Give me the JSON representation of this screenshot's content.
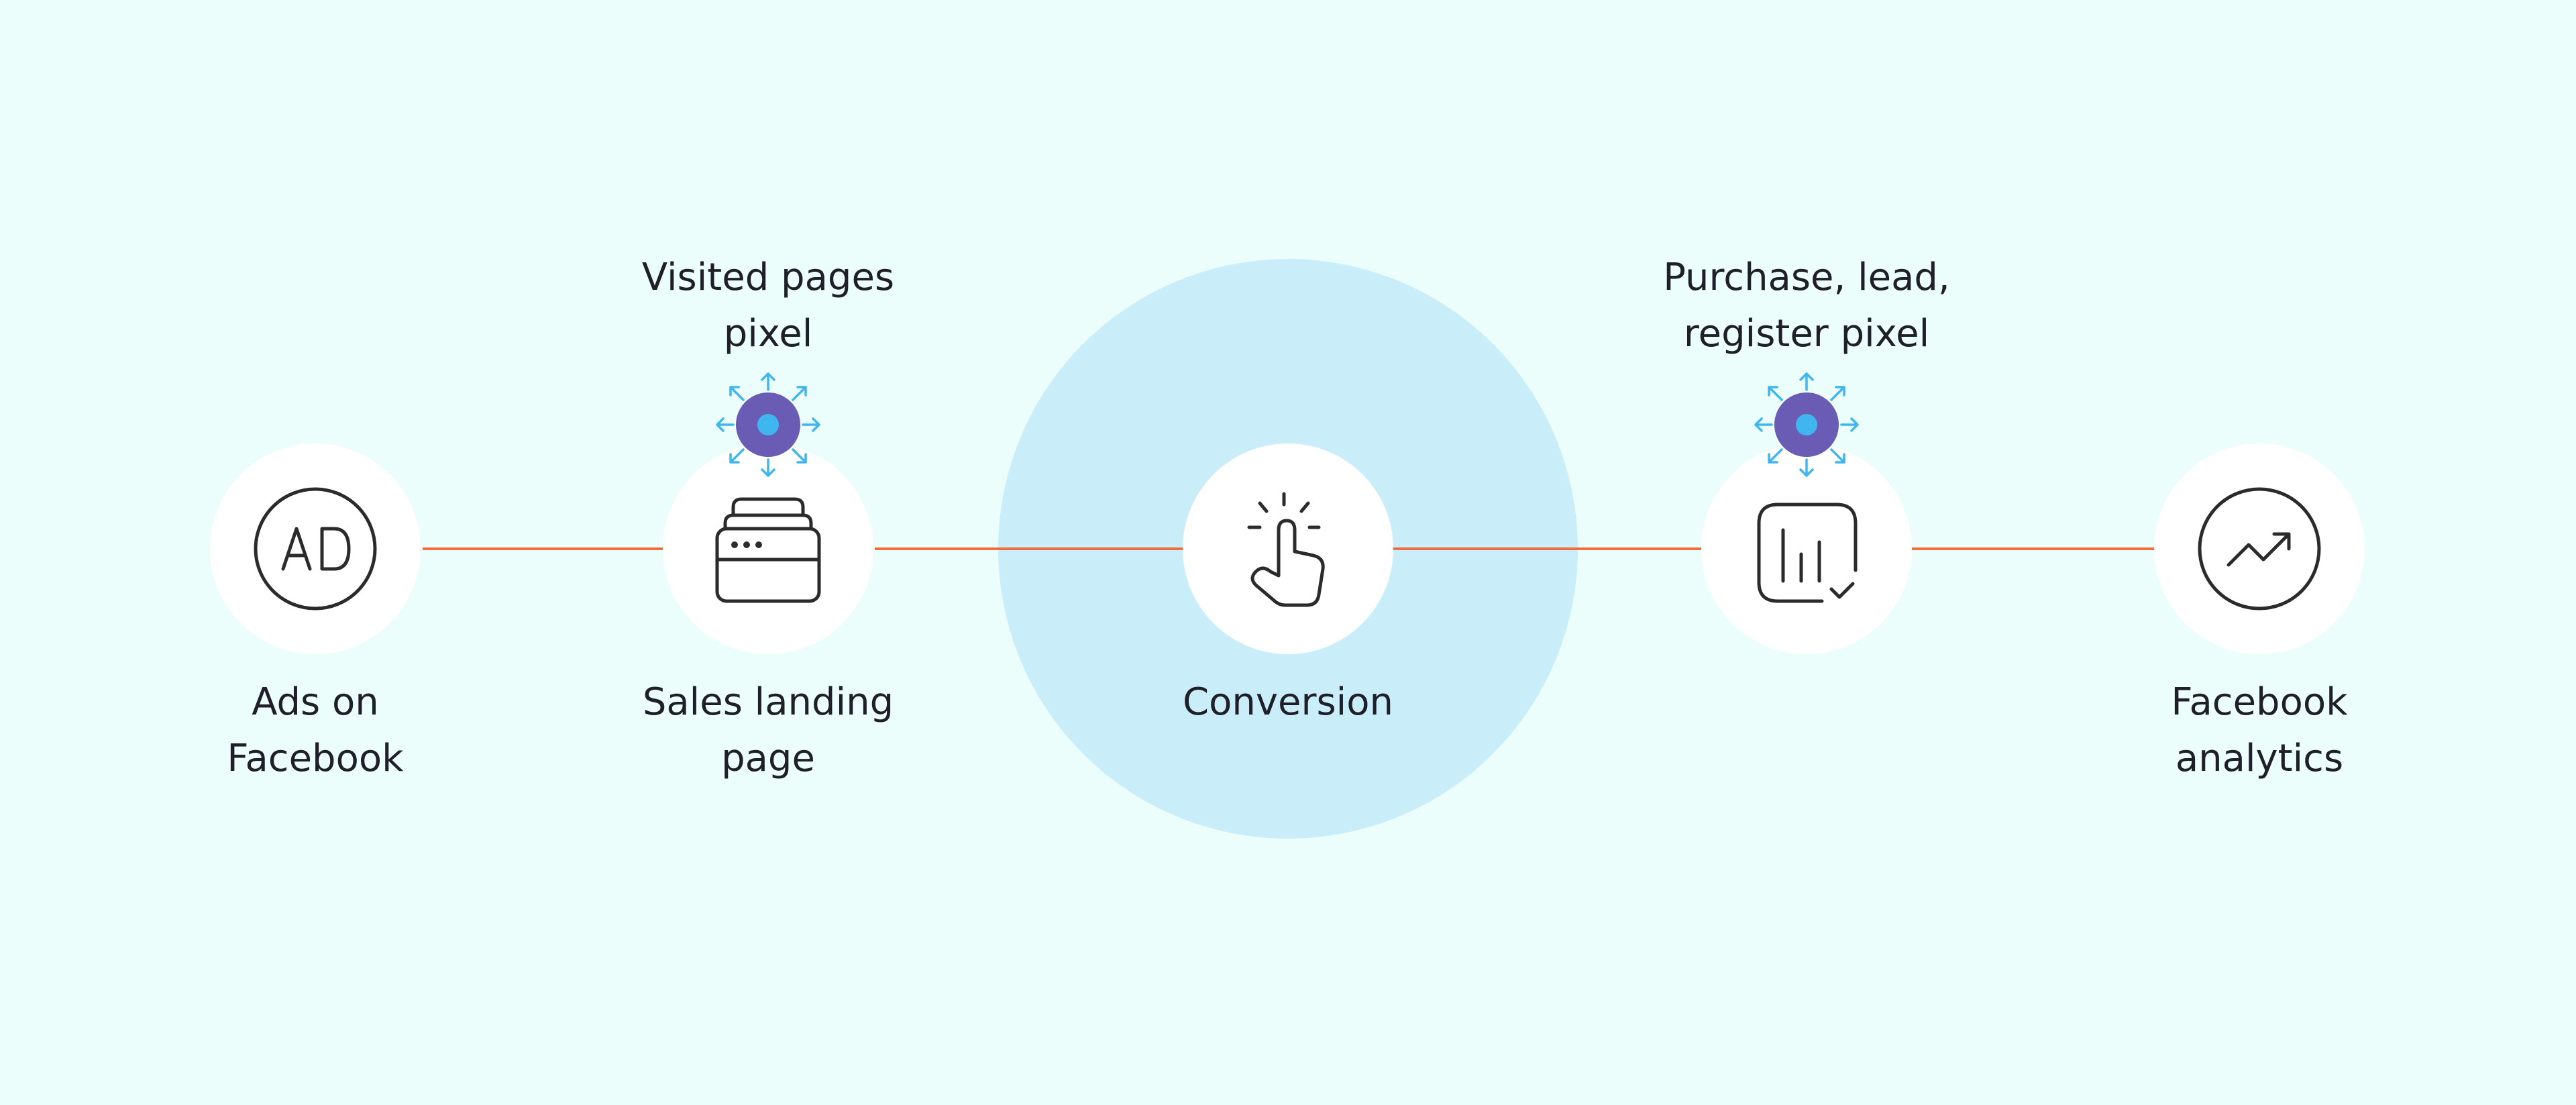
{
  "colors": {
    "background": "#ecfefc",
    "node_fill": "#ffffff",
    "highlight_circle": "#c9eefa",
    "arrow": "#f26b3a",
    "icon_stroke": "#2b2b2b",
    "pixel_core": "#6a5bb4",
    "pixel_center": "#3fb6ef",
    "pixel_arrows": "#3fb6ef"
  },
  "nodes": [
    {
      "id": "ads",
      "icon": "ad-icon",
      "label_lines": [
        "Ads on",
        "Facebook"
      ]
    },
    {
      "id": "landing",
      "icon": "browser-stack-icon",
      "label_lines": [
        "Sales landing",
        "page"
      ]
    },
    {
      "id": "conversion",
      "icon": "tap-hand-icon",
      "label_lines": [
        "Conversion"
      ]
    },
    {
      "id": "pixel2",
      "icon": "chart-check-icon",
      "label_lines": []
    },
    {
      "id": "analytics",
      "icon": "trend-up-icon",
      "label_lines": [
        "Facebook",
        "analytics"
      ]
    }
  ],
  "pixels": [
    {
      "id": "visited",
      "icon": "pixel-icon",
      "label_lines": [
        "Visited pages",
        "pixel"
      ]
    },
    {
      "id": "purchase",
      "icon": "pixel-icon",
      "label_lines": [
        "Purchase, lead,",
        "register pixel"
      ]
    }
  ]
}
